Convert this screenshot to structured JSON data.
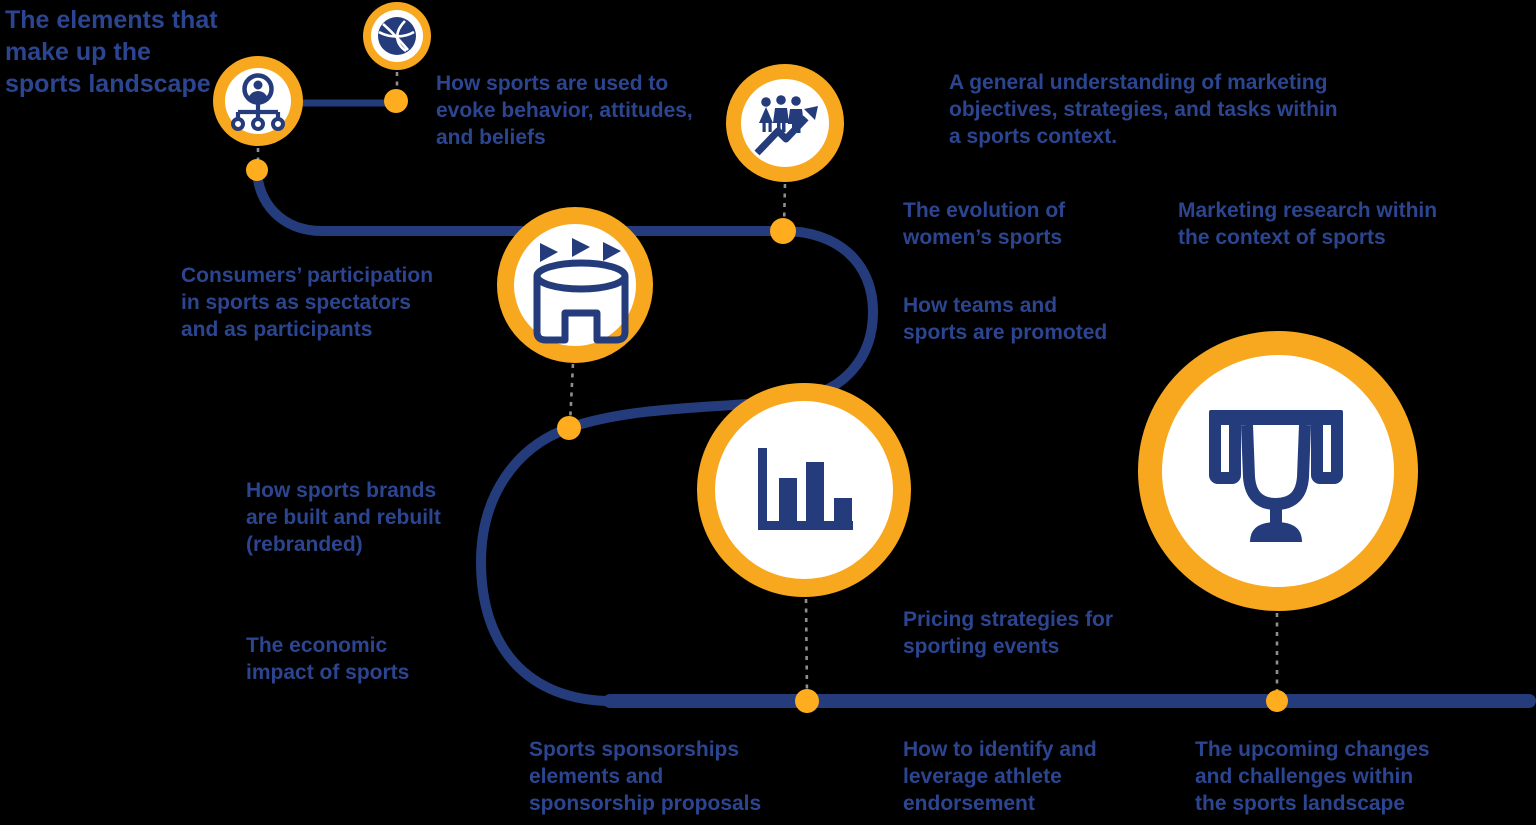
{
  "title": "The elements that make up the sports landscape",
  "colors": {
    "navy_path": "#243C7C",
    "label_blue": "#2B4590",
    "ring_yellow": "#F8A81E",
    "dot_orange": "#FFAC1E",
    "connector_gray": "#8F8F8F",
    "node_fill": "#FFFFFF",
    "background": "#000000"
  },
  "nodes": [
    {
      "name": "basketball",
      "icon": "basketball-icon"
    },
    {
      "name": "organization",
      "icon": "org-chart-icon"
    },
    {
      "name": "audience-growth",
      "icon": "people-trend-up-icon"
    },
    {
      "name": "stadium",
      "icon": "stadium-icon"
    },
    {
      "name": "statistics",
      "icon": "bar-chart-icon"
    },
    {
      "name": "championship",
      "icon": "trophy-icon"
    }
  ],
  "labels": {
    "intro_title": "The elements that\nmake up the\nsports landscape",
    "behavior": "How sports are used to\nevoke behavior, attitudes,\nand beliefs",
    "general_understanding": "A general understanding of marketing\nobjectives, strategies, and tasks within\na sports context.",
    "womens_sports": "The evolution of\nwomen’s sports",
    "marketing_research": "Marketing research within\nthe context of sports",
    "consumers_participation": "Consumers’ participation\nin sports as spectators\nand as participants",
    "teams_promoted": "How teams and\nsports are promoted",
    "sports_brands": "How sports brands\nare built and rebuilt\n(rebranded)",
    "economic_impact": "The economic\nimpact of sports",
    "pricing": "Pricing strategies for\nsporting events",
    "sponsorships": "Sports sponsorships\nelements and\nsponsorship proposals",
    "athlete_endorsement": "How to identify and\nleverage athlete\nendorsement",
    "upcoming_changes": "The upcoming changes\nand challenges within\nthe sports landscape"
  }
}
